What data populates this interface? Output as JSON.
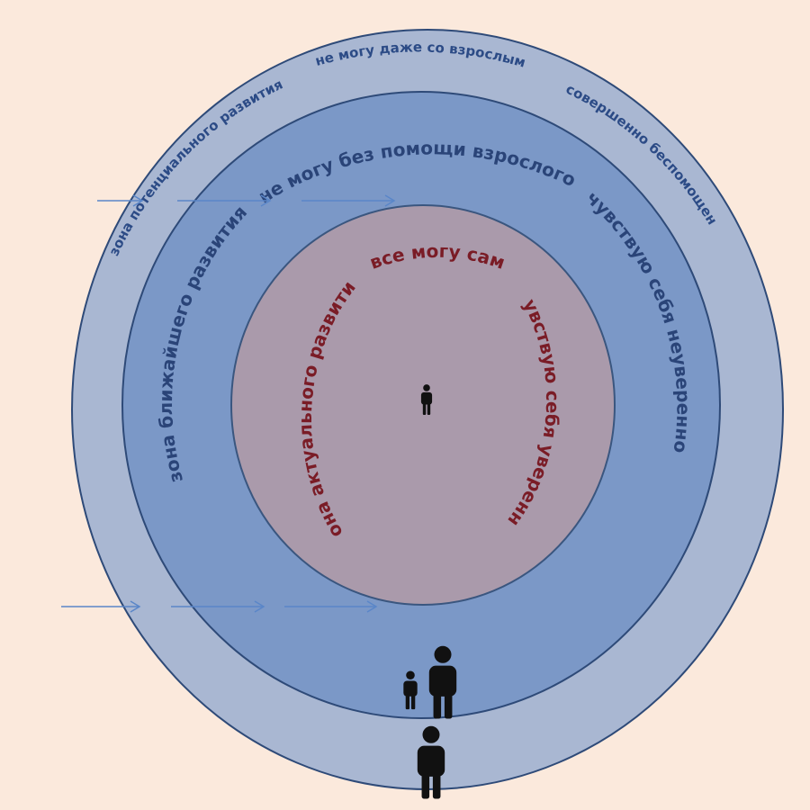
{
  "colors": {
    "background": "#fbe9dc",
    "outer_ring": "#a9b7d2",
    "middle_ring": "#7b98c7",
    "inner_circle": "#aa9aab",
    "ring_stroke": "#2e4a78",
    "inner_stroke": "#3a567f",
    "outer_text": "#2c4b86",
    "middle_text": "#2a4478",
    "inner_text": "#7a1c26",
    "arrow": "#5a86c8",
    "figure": "#111111"
  },
  "zones": {
    "outer": {
      "labels": {
        "left": "зона потенциального развития",
        "top": "не могу даже со взрослым",
        "right": "совершенно беспомощен"
      }
    },
    "middle": {
      "labels": {
        "left": "зона ближайшего развития",
        "top": "не могу без помощи взрослого",
        "right": "чувствую себя неуверенно"
      }
    },
    "inner": {
      "labels": {
        "left": "зона актуального развития",
        "top": "все могу сам",
        "right": "чувствую себя уверенно"
      }
    }
  },
  "icons": {
    "arrow": "right-arrow-icon",
    "person": "person-icon"
  }
}
